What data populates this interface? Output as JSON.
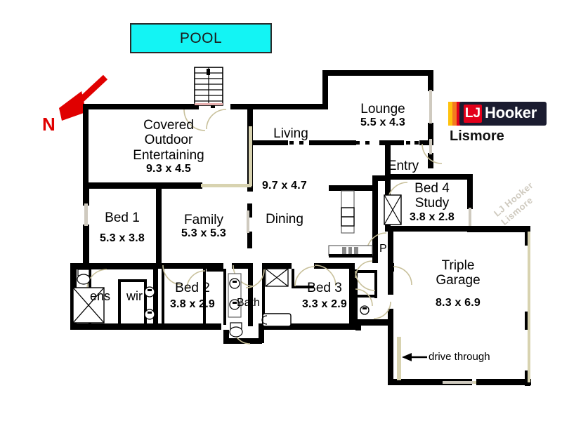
{
  "document": {
    "type": "real-estate-floor-plan",
    "title": "Floor Plan"
  },
  "pool": {
    "label": "POOL",
    "fill_color": "#13f4f4",
    "border_color": "#2a2a2a"
  },
  "compass": {
    "label": "N",
    "color": "#e00000",
    "direction": "arrow points down-left"
  },
  "branding": {
    "brand_initials": "LJ",
    "brand_name": "Hooker",
    "branch": "Lismore",
    "box_color": "#1b1c30",
    "accent_color": "#e3001b",
    "bar_colors": [
      "#ffc20e",
      "#f47b20",
      "#e3001b"
    ],
    "watermark_line1": "LJ Hooker",
    "watermark_line2": "Lismore",
    "watermark_color": "#cfcabf"
  },
  "rooms": [
    {
      "id": "covered-outdoor-entertaining",
      "name": "Covered\nOutdoor\nEntertaining",
      "name_lines": [
        "Covered",
        "Outdoor",
        "Entertaining"
      ],
      "dimensions": "9.3 x 4.5"
    },
    {
      "id": "living",
      "name": "Living",
      "name_lines": [
        "Living"
      ],
      "dimensions": ""
    },
    {
      "id": "lounge",
      "name": "Lounge",
      "name_lines": [
        "Lounge"
      ],
      "dimensions": "5.5 x 4.3"
    },
    {
      "id": "entry",
      "name": "Entry",
      "name_lines": [
        "Entry"
      ],
      "dimensions": ""
    },
    {
      "id": "dining",
      "name": "Dining",
      "name_lines": [
        "Dining"
      ],
      "dimensions": "9.7 x 4.7"
    },
    {
      "id": "bed-4-study",
      "name": "Bed 4\nStudy",
      "name_lines": [
        "Bed 4",
        "Study"
      ],
      "dimensions": "3.8 x 2.8"
    },
    {
      "id": "bed-1",
      "name": "Bed 1",
      "name_lines": [
        "Bed 1"
      ],
      "dimensions": "5.3 x 3.8"
    },
    {
      "id": "family",
      "name": "Family",
      "name_lines": [
        "Family"
      ],
      "dimensions": "5.3 x 5.3"
    },
    {
      "id": "bed-2",
      "name": "Bed 2",
      "name_lines": [
        "Bed 2"
      ],
      "dimensions": "3.8 x 2.9"
    },
    {
      "id": "bed-3",
      "name": "Bed 3",
      "name_lines": [
        "Bed 3"
      ],
      "dimensions": "3.3 x 2.9"
    },
    {
      "id": "triple-garage",
      "name": "Triple\nGarage",
      "name_lines": [
        "Triple",
        "Garage"
      ],
      "dimensions": "8.3 x 6.9"
    }
  ],
  "labels": {
    "covered_l1": "Covered",
    "covered_l2": "Outdoor",
    "covered_l3": "Entertaining",
    "covered_dim": "9.3 x 4.5",
    "living": "Living",
    "lounge": "Lounge",
    "lounge_dim": "5.5 x 4.3",
    "entry": "Entry",
    "dining": "Dining",
    "dining_dim": "9.7 x 4.7",
    "bed4_l1": "Bed 4",
    "bed4_l2": "Study",
    "bed4_dim": "3.8 x 2.8",
    "bed1": "Bed 1",
    "bed1_dim": "5.3 x 3.8",
    "family": "Family",
    "family_dim": "5.3 x 5.3",
    "bed2": "Bed 2",
    "bed2_dim": "3.8 x 2.9",
    "bed3": "Bed 3",
    "bed3_dim": "3.3 x 2.9",
    "garage_l1": "Triple",
    "garage_l2": "Garage",
    "garage_dim": "8.3 x 6.9",
    "ens": "ens",
    "wir": "wir",
    "bath": "Bath",
    "pantry": "P",
    "drive_through": "drive through"
  }
}
